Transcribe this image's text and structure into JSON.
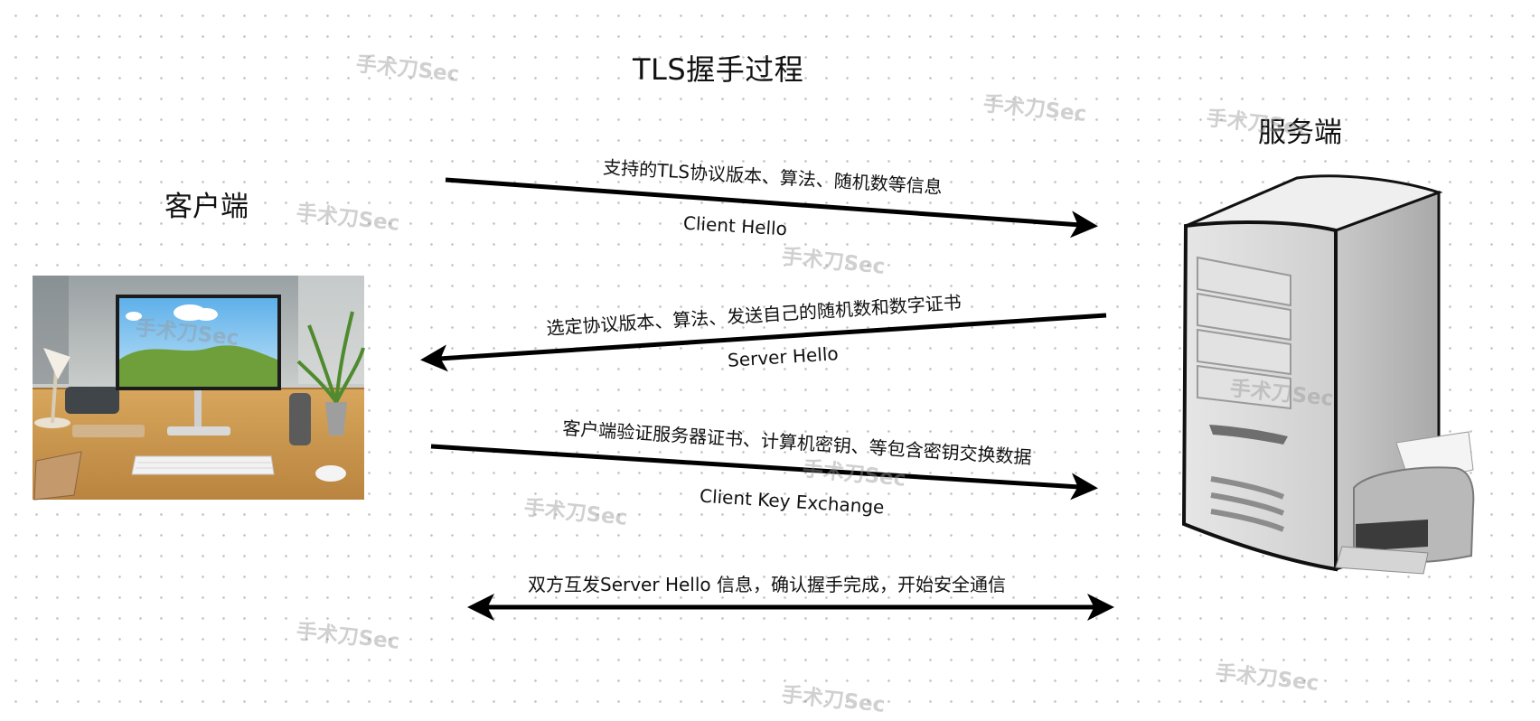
{
  "title": "TLS握手过程",
  "client_label": "客户端",
  "server_label": "服务端",
  "watermark": "手术刀Sec",
  "messages": [
    {
      "description": "支持的TLS协议版本、算法、随机数等信息",
      "name": "Client Hello"
    },
    {
      "description": "选定协议版本、算法、发送自己的随机数和数字证书",
      "name": "Server Hello"
    },
    {
      "description": "客户端验证服务器证书、计算机密钥、等包含密钥交换数据",
      "name": "Client Key Exchange"
    },
    {
      "description": "双方互发Server Hello 信息，确认握手完成，开始安全通信"
    }
  ],
  "colors": {
    "arrow": "#000000",
    "watermark": "#b0b0b0"
  },
  "icons": {
    "client": "desktop-workspace-photo",
    "server": "tower-server-with-printer"
  }
}
